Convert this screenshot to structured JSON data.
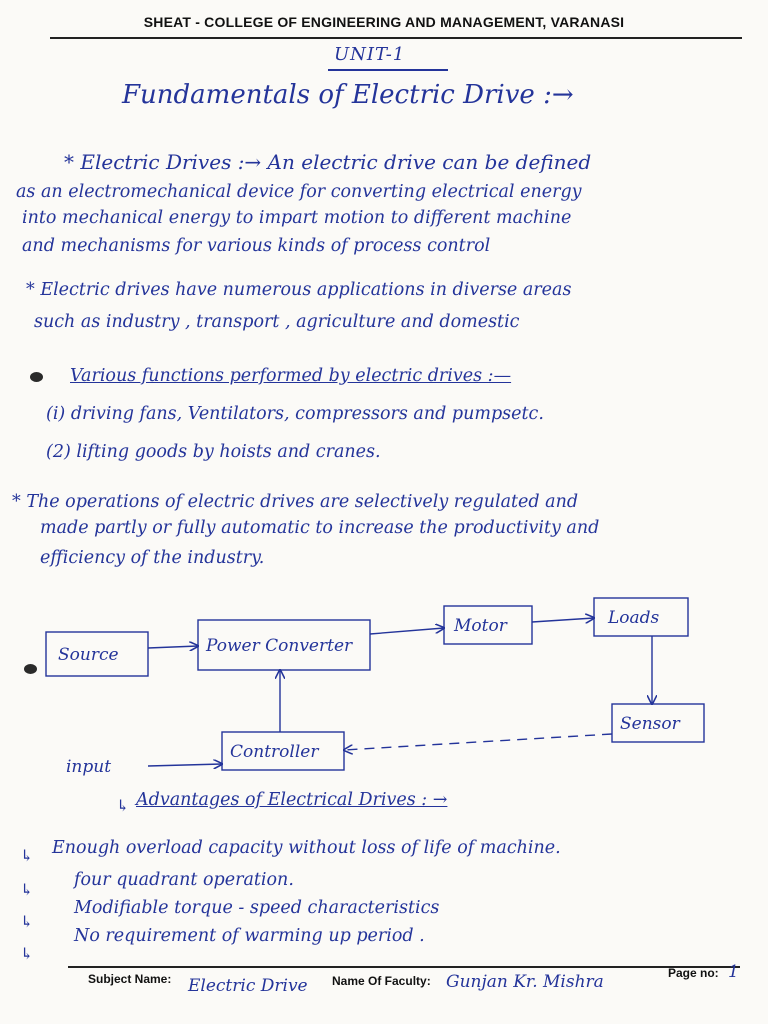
{
  "header": {
    "college": "SHEAT - COLLEGE OF ENGINEERING AND MANAGEMENT, VARANASI"
  },
  "unit": "UNIT-1",
  "title": "Fundamentals of Electric Drive :→",
  "intro": {
    "lines": [
      "* Electric Drives :→ An electric drive can be defined",
      "as an electromechanical device for converting electrical energy",
      "into mechanical energy to impart motion to different machine",
      "and mechanisms for various kinds of process control"
    ]
  },
  "applications": {
    "lines": [
      "* Electric drives have numerous applications in diverse areas",
      "such as industry , transport , agriculture and domestic"
    ]
  },
  "functions": {
    "heading": "Various functions performed by electric drives :—",
    "items": [
      "(i) driving fans, Ventilators, compressors and pumpsetc.",
      "(2) lifting goods by hoists and cranes."
    ]
  },
  "operations": {
    "lines": [
      "* The operations of electric drives are selectively regulated and",
      "made partly or fully automatic to increase the productivity and",
      "efficiency of the industry."
    ]
  },
  "diagram": {
    "source": "Source",
    "converter": "Power Converter",
    "motor": "Motor",
    "loads": "Loads",
    "sensor": "Sensor",
    "controller": "Controller",
    "input": "input"
  },
  "advantages": {
    "heading": "Advantages of Electrical Drives : →",
    "items": [
      "Enough overload capacity without loss of life of machine.",
      "four quadrant operation.",
      "Modifiable torque - speed characteristics",
      "No requirement of warming up period ."
    ]
  },
  "footer": {
    "subject_label": "Subject Name:",
    "subject_value": "Electric Drive",
    "faculty_label": "Name Of Faculty:",
    "faculty_value": "Gunjan Kr. Mishra",
    "page_label": "Page no:",
    "page_value": "1"
  }
}
